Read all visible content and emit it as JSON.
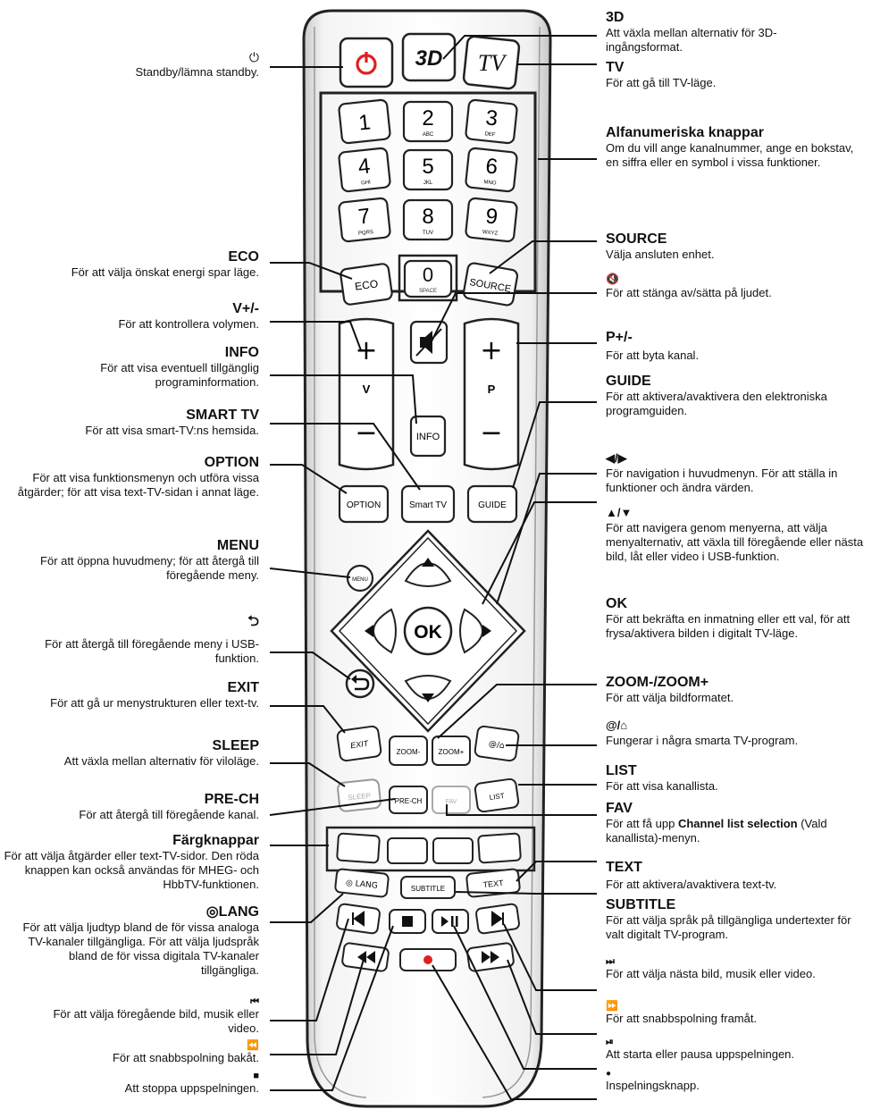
{
  "remote": {
    "buttons": {
      "tv": "TV",
      "three_d": "3D",
      "num": [
        {
          "n": "1",
          "s": ""
        },
        {
          "n": "2",
          "s": "ABC"
        },
        {
          "n": "3",
          "s": "DEF"
        },
        {
          "n": "4",
          "s": "GHI"
        },
        {
          "n": "5",
          "s": "JKL"
        },
        {
          "n": "6",
          "s": "MNO"
        },
        {
          "n": "7",
          "s": "PQRS"
        },
        {
          "n": "8",
          "s": "TUV"
        },
        {
          "n": "9",
          "s": "WXYZ"
        }
      ],
      "zero": "0",
      "zero_sub": "SPACE",
      "eco": "ECO",
      "source": "SOURCE",
      "vol_plus": "+",
      "vol_letter": "V",
      "vol_minus": "−",
      "prog_plus": "+",
      "prog_letter": "P",
      "prog_minus": "−",
      "info": "INFO",
      "option": "OPTION",
      "smart_tv": "Smart TV",
      "guide": "GUIDE",
      "menu": "MENU",
      "ok": "OK",
      "exit": "EXIT",
      "zoom_minus": "ZOOM-",
      "zoom_plus": "ZOOM+",
      "at_home": "@/⌂",
      "sleep": "SLEEP",
      "pre_ch": "PRE-CH",
      "fav": "FAV",
      "list": "LIST",
      "lang": "◎ LANG",
      "subtitle": "SUBTITLE",
      "text": "TEXT"
    }
  },
  "left_labels": [
    {
      "title": "⏻",
      "desc": "Standby/lämna standby."
    },
    {
      "title": "ECO",
      "desc": "För att välja önskat energi spar läge."
    },
    {
      "title": "V+/-",
      "desc": "För att kontrollera volymen."
    },
    {
      "title": "INFO",
      "desc": "För att visa eventuell tillgänglig programinformation."
    },
    {
      "title": "SMART TV",
      "desc": "För att visa smart-TV:ns hemsida."
    },
    {
      "title": "OPTION",
      "desc": "För att visa funktionsmenyn och utföra vissa åtgärder; för att visa text-TV-sidan i annat läge."
    },
    {
      "title": "MENU",
      "desc": "För att öppna huvudmeny; för att återgå till föregående meny."
    },
    {
      "title": "⮌",
      "desc": "För att återgå till föregående meny i USB-funktion."
    },
    {
      "title": "EXIT",
      "desc": "För att gå ur menystrukturen eller text-tv."
    },
    {
      "title": "SLEEP",
      "desc": "Att växla mellan alternativ för viloläge."
    },
    {
      "title": "PRE-CH",
      "desc": "För att återgå till föregående kanal."
    },
    {
      "title": "Färgknappar",
      "desc": "För att välja åtgärder eller text-TV-sidor. Den röda knappen kan också användas för MHEG- och HbbTV-funktionen."
    },
    {
      "title": "◎LANG",
      "desc": "För att välja ljudtyp bland de för vissa analoga TV-kanaler tillgängliga. För att välja ljudspråk bland de för vissa digitala TV-kanaler tillgängliga."
    },
    {
      "title": "⏮",
      "desc": "För att välja föregående bild, musik eller video."
    },
    {
      "title": "⏪",
      "desc": "För att snabbspolning bakåt."
    },
    {
      "title": "■",
      "desc": "Att stoppa uppspelningen."
    }
  ],
  "right_labels": [
    {
      "title": "3D",
      "desc": "Att växla mellan alternativ för 3D-ingångsformat."
    },
    {
      "title": "TV",
      "desc": "För att gå till TV-läge."
    },
    {
      "title": "Alfanumeriska knappar",
      "desc": "Om du vill ange kanalnummer, ange en bokstav, en siffra eller en symbol i vissa funktioner."
    },
    {
      "title": "SOURCE",
      "desc": "Välja ansluten enhet."
    },
    {
      "title": "🔇",
      "desc": "För att stänga av/sätta på ljudet."
    },
    {
      "title": "P+/-",
      "desc": "För att byta kanal."
    },
    {
      "title": "GUIDE",
      "desc": "För att aktivera/avaktivera den elektroniska programguiden."
    },
    {
      "title": "◀/▶",
      "desc": "För navigation i huvudmenyn. För att ställa in funktioner och ändra värden."
    },
    {
      "title": "▲/▼",
      "desc": "För att navigera genom menyerna, att välja menyalternativ, att växla till föregående eller nästa bild, låt eller video i USB-funktion."
    },
    {
      "title": "OK",
      "desc": "För att bekräfta en inmatning eller ett val, för att frysa/aktivera bilden i digitalt TV-läge."
    },
    {
      "title": "ZOOM-/ZOOM+",
      "desc": "För att välja bildformatet."
    },
    {
      "title": "@/⌂",
      "desc": "Fungerar i några smarta TV-program."
    },
    {
      "title": "LIST",
      "desc": "För att visa kanallista."
    },
    {
      "title": "FAV",
      "desc_pre": "För att få upp ",
      "desc_bold": "Channel list selection",
      "desc_post": " (Vald kanallista)-menyn."
    },
    {
      "title": "TEXT",
      "desc": "För att aktivera/avaktivera text-tv."
    },
    {
      "title": "SUBTITLE",
      "desc": "För att välja språk på tillgängliga undertexter för valt digitalt TV-program."
    },
    {
      "title": "⏭",
      "desc": "För att välja nästa bild, musik eller video."
    },
    {
      "title": "⏩",
      "desc": "För att snabbspolning framåt."
    },
    {
      "title": "⏯",
      "desc": "Att starta eller pausa uppspelningen."
    },
    {
      "title": "●",
      "desc": "Inspelningsknapp."
    }
  ]
}
